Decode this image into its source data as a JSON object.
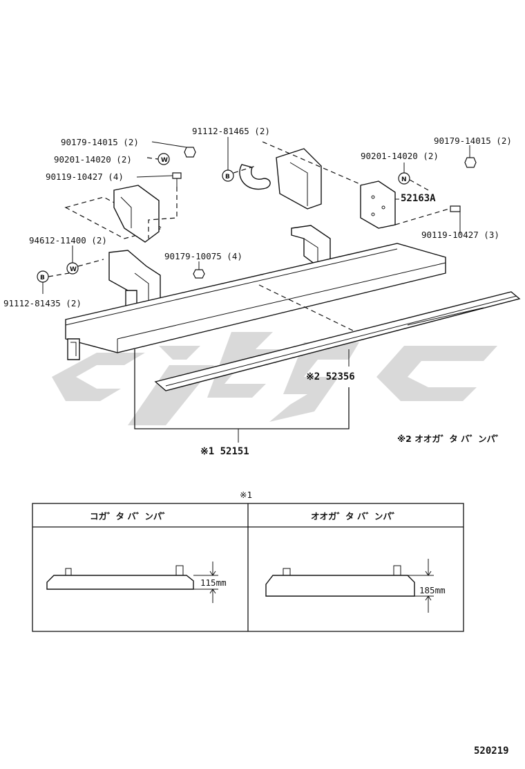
{
  "parts": {
    "p1": "90179-14015 (2)",
    "p2": "90201-14020 (2)",
    "p3": "90119-10427 (4)",
    "p4": "91112-81465 (2)",
    "p5": "90179-14015 (2)",
    "p6": "90201-14020 (2)",
    "p7": "52163A",
    "p8": "90119-10427 (3)",
    "p9": "94612-11400 (2)",
    "p10": "90179-10075 (4)",
    "p11": "91112-81435 (2)",
    "p12": "※2 52356",
    "p13": "※1 52151"
  },
  "symbols": {
    "bolt": "B",
    "washer": "W",
    "nut": "N"
  },
  "note2": "※2 オオガ゛タ バ゛ンパ゛",
  "table": {
    "title": "※1",
    "col1_header": "コガ゛タ バ゛ンパ゛",
    "col2_header": "オオガ゛タ バ゛ンパ゛",
    "col1_dim": "115mm",
    "col2_dim": "185mm"
  },
  "figure_code": "520219"
}
